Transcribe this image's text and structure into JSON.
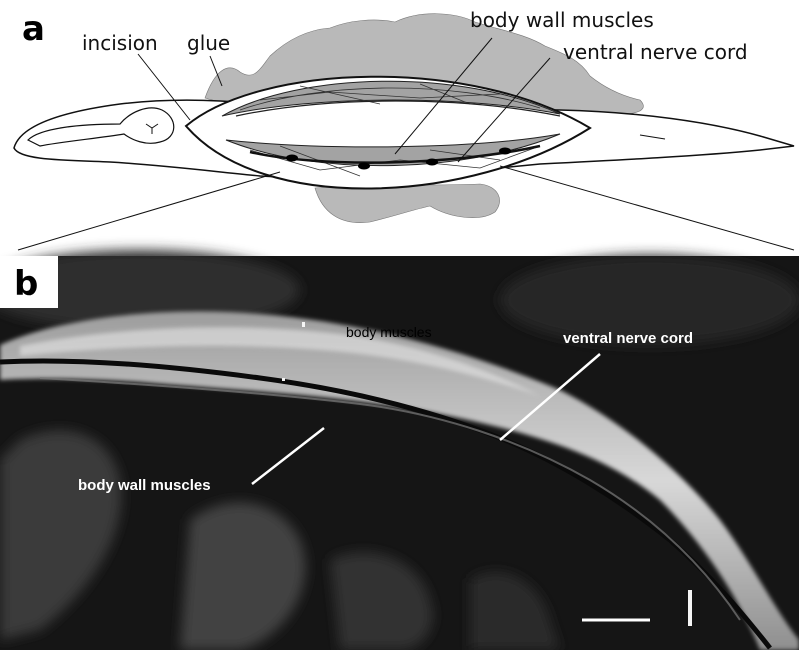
{
  "panel_a": {
    "letter": "a",
    "labels": {
      "incision": "incision",
      "glue": "glue",
      "body_wall_muscles": "body wall muscles",
      "ventral_nerve_cord": "ventral nerve cord"
    }
  },
  "panel_b": {
    "letter": "b",
    "labels": {
      "body_muscles": "body muscles",
      "ventral_nerve_cord": "ventral nerve cord",
      "body_wall_muscles": "body wall muscles"
    },
    "colors": {
      "background": "#151515",
      "tissue": "#c9c9c9",
      "nerve_gap": "#0a0a0a",
      "scale_bar": "#ffffff"
    }
  },
  "colors": {
    "glue": "#b8b8b8",
    "muscle": "#9a9a9a",
    "outline": "#111111"
  }
}
